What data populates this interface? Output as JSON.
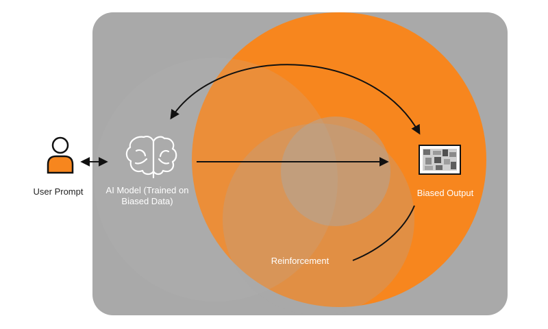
{
  "colors": {
    "background": "#ffffff",
    "panel": "#a9a9a9",
    "accent_orange": "#f7861e",
    "arrow": "#111111",
    "text_on_panel": "#ffffff"
  },
  "nodes": {
    "user": {
      "label": "User Prompt",
      "icon": "person-icon"
    },
    "model": {
      "label": "AI Model (Trained on Biased Data)",
      "icon": "brain-icon"
    },
    "output": {
      "label": "Biased Output",
      "icon": "image-icon"
    }
  },
  "loop": {
    "label": "Reinforcement"
  }
}
